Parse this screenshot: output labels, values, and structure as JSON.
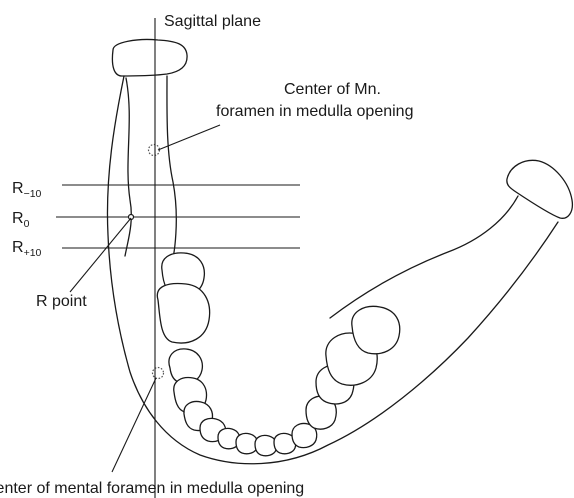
{
  "labels": {
    "sagittal_plane": "Sagittal plane",
    "mn_foramen_line1": "Center of Mn.",
    "mn_foramen_line2": "foramen in medulla opening",
    "r_minus10_base": "R",
    "r_minus10_sub": "−10",
    "r0_base": "R",
    "r0_sub": "0",
    "r_plus10_base": "R",
    "r_plus10_sub": "+10",
    "r_point": "R point",
    "mental_foramen": "Center of mental foramen in medulla opening"
  },
  "colors": {
    "line": "#1a1a1a",
    "background": "#ffffff"
  }
}
